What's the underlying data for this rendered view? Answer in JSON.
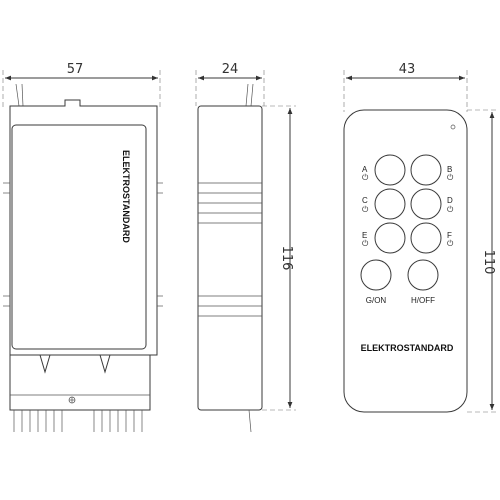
{
  "dimensions": {
    "controller_width": "57",
    "controller_depth": "24",
    "controller_height": "116",
    "remote_width": "43",
    "remote_height": "110"
  },
  "brand": "ELEKTROSTANDARD",
  "remote": {
    "buttons": [
      {
        "letter": "A"
      },
      {
        "letter": "B"
      },
      {
        "letter": "C"
      },
      {
        "letter": "D"
      },
      {
        "letter": "E"
      },
      {
        "letter": "F"
      }
    ],
    "on_label": "G/ON",
    "off_label": "H/OFF"
  }
}
